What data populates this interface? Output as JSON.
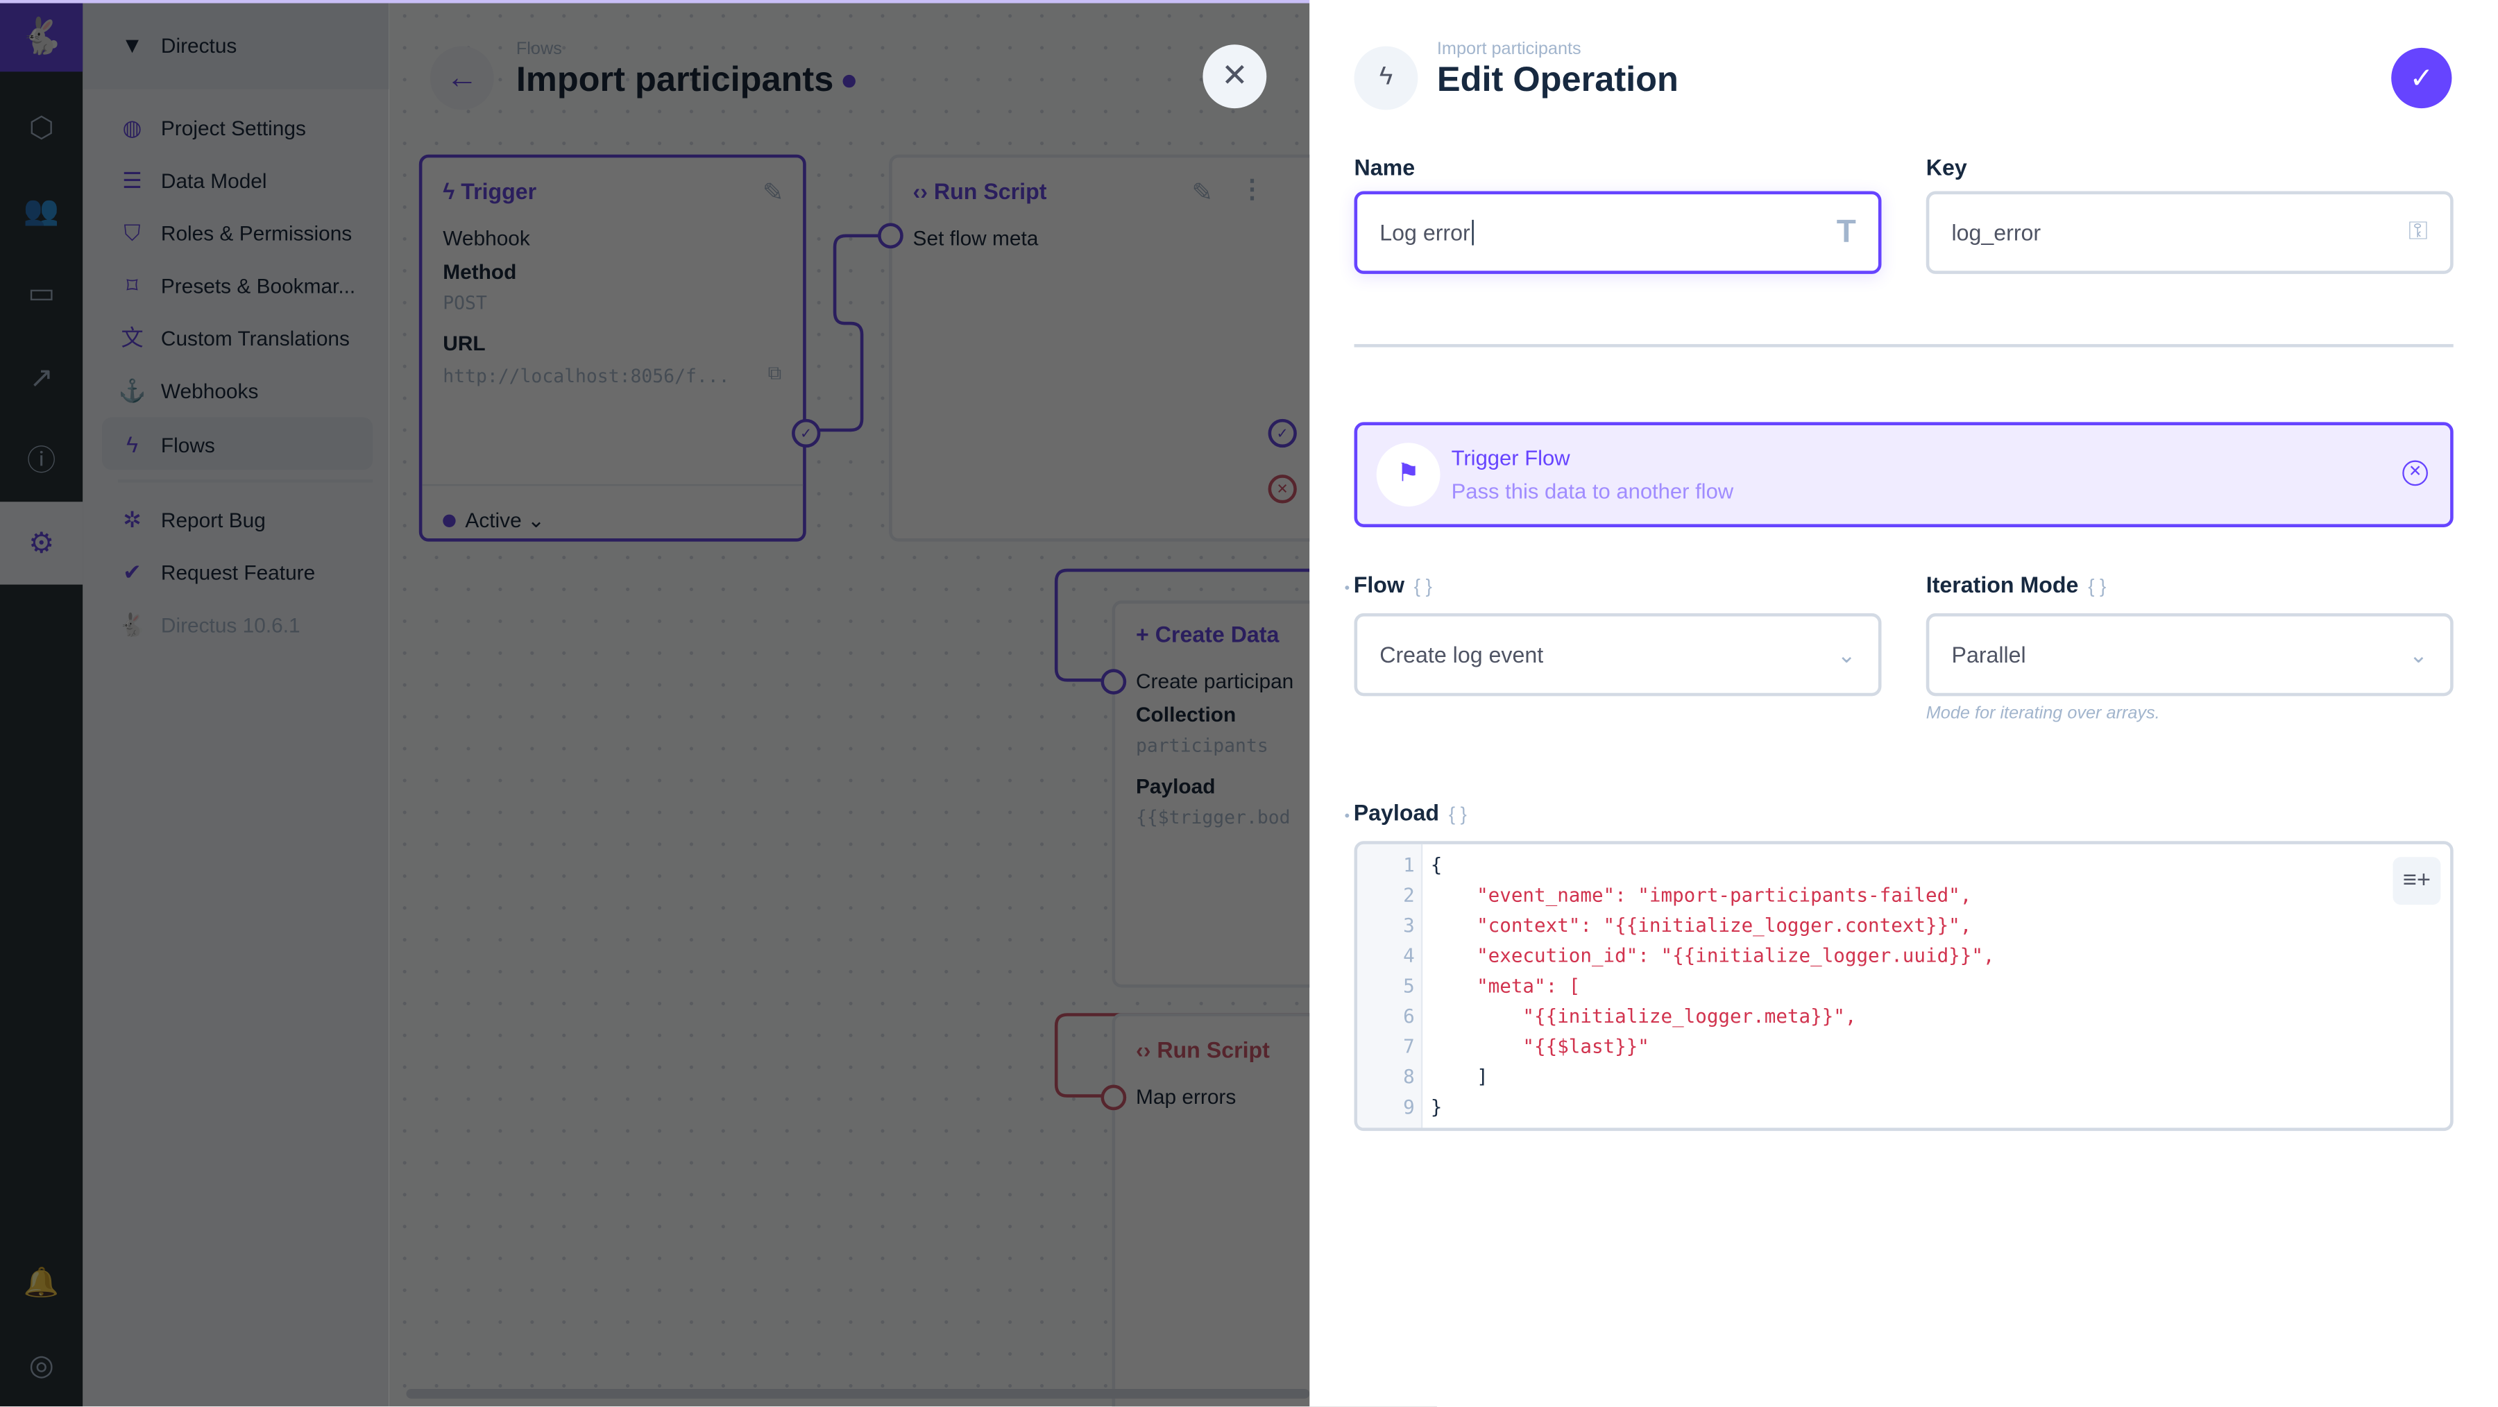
{
  "colors": {
    "accent": "#6644ff",
    "danger": "#e35169",
    "rail": "#263238"
  },
  "rail": {
    "icons": [
      "directus-logo-icon",
      "content-cube-icon",
      "users-icon",
      "files-folder-icon",
      "insights-chart-icon",
      "help-icon",
      "settings-gear-icon",
      "notifications-bell-icon",
      "user-profile-icon"
    ],
    "active": "settings-gear-icon"
  },
  "nav": {
    "project": "Directus",
    "items": [
      {
        "label": "Project Settings",
        "icon": "globe-icon"
      },
      {
        "label": "Data Model",
        "icon": "list-alt-icon"
      },
      {
        "label": "Roles & Permissions",
        "icon": "admin-shield-icon"
      },
      {
        "label": "Presets & Bookmar...",
        "icon": "bookmark-icon"
      },
      {
        "label": "Custom Translations",
        "icon": "translate-icon"
      },
      {
        "label": "Webhooks",
        "icon": "anchor-icon"
      },
      {
        "label": "Flows",
        "icon": "bolt-icon",
        "active": true
      }
    ],
    "secondary": [
      {
        "label": "Report Bug",
        "icon": "bug-icon"
      },
      {
        "label": "Request Feature",
        "icon": "verified-icon"
      }
    ],
    "version": "Directus 10.6.1"
  },
  "flow": {
    "breadcrumb": "Flows",
    "title": "Import participants",
    "trigger": {
      "title": "Trigger",
      "type": "Webhook",
      "method_label": "Method",
      "method": "POST",
      "url_label": "URL",
      "url": "http://localhost:8056/f...",
      "status": "Active"
    },
    "ops": [
      {
        "title": "Run Script",
        "name": "Set flow meta"
      },
      {
        "title": "Create Data",
        "name": "Create participan",
        "collection_label": "Collection",
        "collection": "participants",
        "payload_label": "Payload",
        "payload": "{{$trigger.bod"
      },
      {
        "title": "Run Script",
        "name": "Map errors"
      }
    ]
  },
  "panel": {
    "breadcrumb": "Import participants",
    "title": "Edit Operation",
    "name_label": "Name",
    "name_value": "Log error",
    "key_label": "Key",
    "key_value": "log_error",
    "operation": {
      "title": "Trigger Flow",
      "description": "Pass this data to another flow"
    },
    "flow_label": "Flow",
    "flow_value": "Create log event",
    "iteration_label": "Iteration Mode",
    "iteration_value": "Parallel",
    "iteration_hint": "Mode for iterating over arrays.",
    "payload_label": "Payload",
    "payload_lines": [
      "{",
      "    \"event_name\": \"import-participants-failed\",",
      "    \"context\": \"{{initialize_logger.context}}\",",
      "    \"execution_id\": \"{{initialize_logger.uuid}}\",",
      "    \"meta\": [",
      "        \"{{initialize_logger.meta}}\",",
      "        \"{{$last}}\"",
      "    ]",
      "}"
    ]
  }
}
